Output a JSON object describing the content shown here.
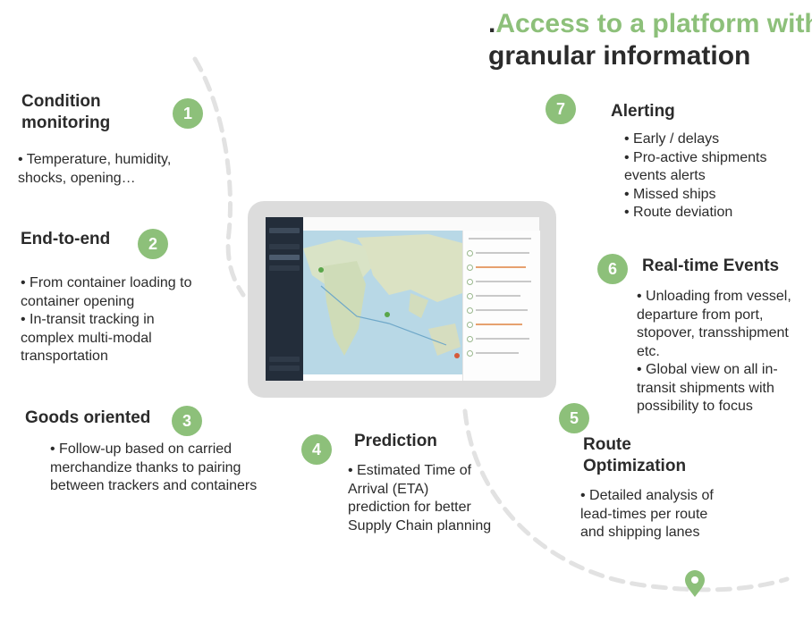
{
  "title": {
    "dot": ".",
    "line1": "Access to a platform with",
    "line2": "granular information"
  },
  "colors": {
    "accent": "#8dc07a",
    "text": "#2b2b2b",
    "dashes": "#e2e2e2"
  },
  "features": [
    {
      "number": "1",
      "title_lines": [
        "Condition",
        "monitoring"
      ],
      "body_lines": [
        "• Temperature, humidity,",
        "shocks, opening…"
      ]
    },
    {
      "number": "2",
      "title_lines": [
        "End-to-end"
      ],
      "body_lines": [
        "• From container loading to",
        "container opening",
        "• In-transit tracking in",
        "complex multi-modal",
        "transportation"
      ]
    },
    {
      "number": "3",
      "title_lines": [
        "Goods oriented"
      ],
      "body_lines": [
        "• Follow-up based on carried",
        "merchandize thanks to pairing",
        "between trackers and containers"
      ]
    },
    {
      "number": "4",
      "title_lines": [
        "Prediction"
      ],
      "body_lines": [
        "• Estimated Time of",
        "Arrival (ETA)",
        "prediction for better",
        "Supply Chain planning"
      ]
    },
    {
      "number": "5",
      "title_lines": [
        "Route",
        "Optimization"
      ],
      "body_lines": [
        "• Detailed analysis of",
        "lead-times per route",
        "and shipping lanes"
      ]
    },
    {
      "number": "6",
      "title_lines": [
        "Real-time Events"
      ],
      "body_lines": [
        "• Unloading from vessel,",
        "departure from port,",
        "stopover, transshipment",
        "etc.",
        "• Global view on all in-",
        "transit shipments with",
        "possibility to focus"
      ]
    },
    {
      "number": "7",
      "title_lines": [
        "Alerting"
      ],
      "body_lines": [
        "• Early / delays",
        "• Pro-active shipments",
        "events alerts",
        "• Missed ships",
        "• Route deviation"
      ]
    }
  ],
  "icons": {
    "end_marker": "map-pin-icon",
    "device": "tablet-icon"
  }
}
